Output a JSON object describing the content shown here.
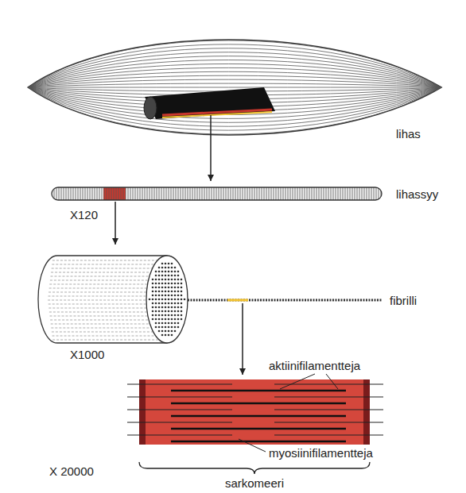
{
  "diagram": {
    "labels": [
      "lihas",
      "lihassyy",
      "X120",
      "fibrilli",
      "X1000",
      "aktiinifilamentteja",
      "myosiinifilamentteja",
      "X 20000",
      "sarkomeeri"
    ]
  }
}
